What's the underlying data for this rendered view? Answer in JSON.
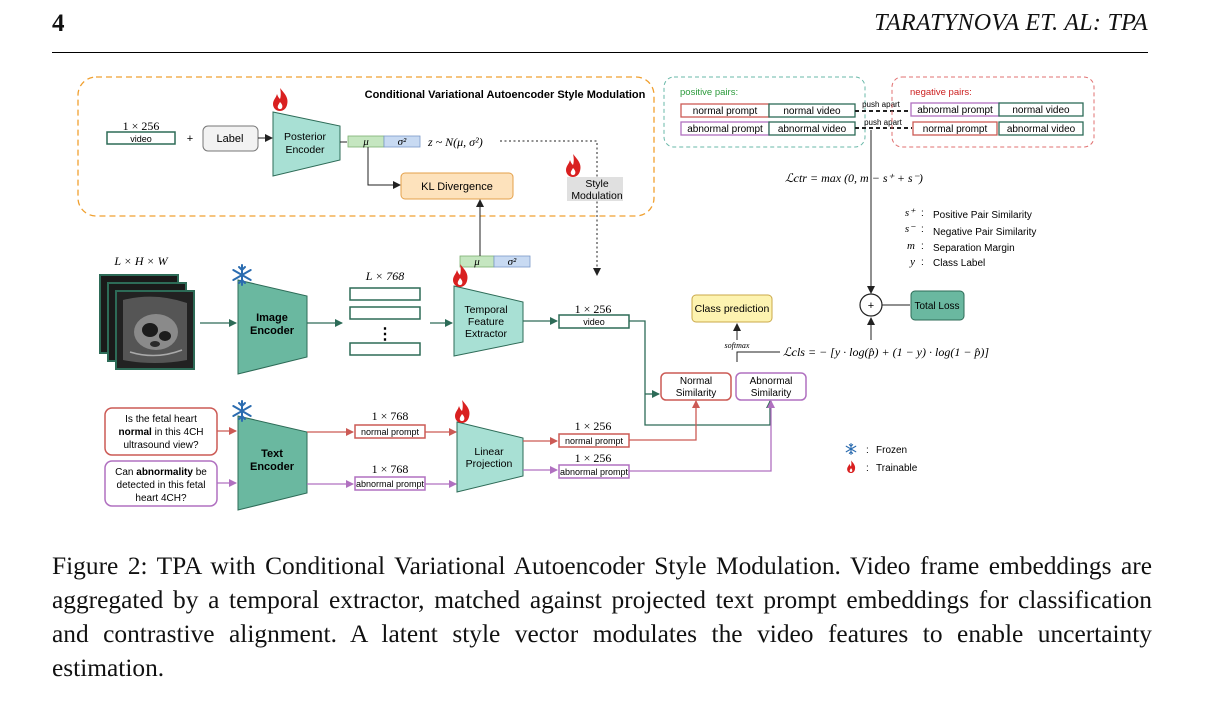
{
  "header": {
    "page_number": "4",
    "running_title": "TARATYNOVA ET. AL: TPA"
  },
  "diagram": {
    "cvae_title": "Conditional Variational Autoencoder Style Modulation",
    "video_dim": "1 × 256",
    "video_label": "video",
    "plus": "+",
    "label_box": "Label",
    "posterior_encoder": [
      "Posterior",
      "Encoder"
    ],
    "mu": "μ",
    "sigma2": "σ²",
    "z_dist": "z ~ N(μ, σ²)",
    "kl_divergence": "KL Divergence",
    "style_modulation": [
      "Style",
      "Modulation"
    ],
    "input_dims": "L × H × W",
    "image_encoder": [
      "Image",
      "Encoder"
    ],
    "frame_dims": "L × 768",
    "vertical_dots": "⋮",
    "temporal_extractor": [
      "Temporal",
      "Feature",
      "Extractor"
    ],
    "temporal_out_dim": "1 × 256",
    "temporal_out_label": "video",
    "class_prediction": "Class prediction",
    "softmax": "softmax",
    "normal_similarity": [
      "Normal",
      "Similarity"
    ],
    "abnormal_similarity": [
      "Abnormal",
      "Similarity"
    ],
    "cls_loss": "ℒcls = − [y · log(p̂) + (1 − y) · log(1 − p̂)]",
    "prompt_normal": [
      "Is the fetal heart",
      "normal",
      "in this 4CH",
      "ultrasound view?"
    ],
    "prompt_abnormal": [
      "Can",
      "abnormality",
      "be",
      "detected in this fetal",
      "heart 4CH?"
    ],
    "text_encoder": [
      "Text",
      "Encoder"
    ],
    "text_dim_normal": "1 × 768",
    "text_label_normal": "normal prompt",
    "text_dim_abnormal": "1 × 768",
    "text_label_abnormal": "abnormal prompt",
    "linear_projection": [
      "Linear",
      "Projection"
    ],
    "proj_dim_normal": "1 × 256",
    "proj_label_normal": "normal prompt",
    "proj_dim_abnormal": "1 × 256",
    "proj_label_abnormal": "abnormal prompt",
    "positive_pairs_title": "positive pairs:",
    "positive_pairs": [
      {
        "prompt": "normal prompt",
        "video": "normal video"
      },
      {
        "prompt": "abnormal prompt",
        "video": "abnormal video"
      }
    ],
    "negative_pairs_title": "negative pairs:",
    "negative_pairs": [
      {
        "prompt": "abnormal prompt",
        "video": "normal video"
      },
      {
        "prompt": "normal prompt",
        "video": "abnormal video"
      }
    ],
    "push_apart": "push apart",
    "ctr_loss": "ℒctr = max (0, m − s⁺ + s⁻)",
    "legend_defs": [
      {
        "symbol": "s⁺",
        "text": "Positive Pair Similarity"
      },
      {
        "symbol": "s⁻",
        "text": "Negative Pair Similarity"
      },
      {
        "symbol": "m",
        "text": "Separation Margin"
      },
      {
        "symbol": "y",
        "text": "Class Label"
      }
    ],
    "sum_symbol": "+",
    "total_loss": "Total Loss",
    "legend_frozen": "Frozen",
    "legend_trainable": "Trainable"
  },
  "caption": "Figure 2: TPA with Conditional Variational Autoencoder Style Modulation. Video frame embeddings are aggregated by a temporal extractor, matched against projected text prompt embeddings for classification and contrastive alignment. A latent style vector modulates the video features to enable uncertainty estimation."
}
